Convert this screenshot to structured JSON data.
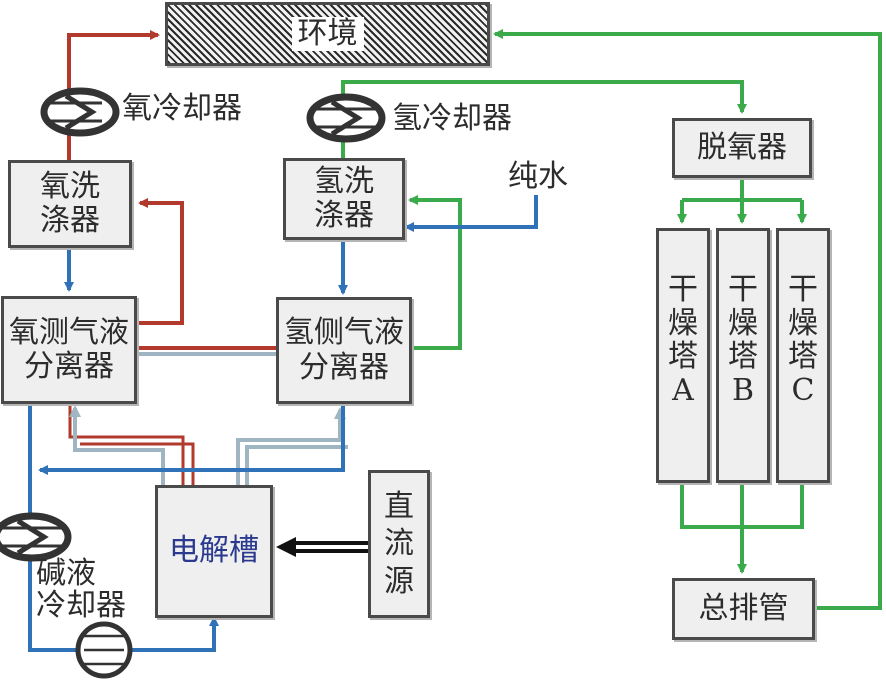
{
  "labels": {
    "environment": "环境",
    "oxygen_cooler": "氧冷却器",
    "hydrogen_cooler": "氢冷却器",
    "pure_water": "纯水",
    "deoxidizer": "脱氧器",
    "oxygen_scrubber": "氧洗\n涤器",
    "hydrogen_scrubber": "氢洗\n涤器",
    "oxygen_separator": "氧测气液\n分离器",
    "hydrogen_separator": "氢侧气液\n分离器",
    "drying_tower_a": "干\n燥\n塔\nA",
    "drying_tower_b": "干\n燥\n塔\nB",
    "drying_tower_c": "干\n燥\n塔\nC",
    "electrolyzer": "电解槽",
    "dc_source": "直\n流\n源",
    "lye_cooler": "碱液\n冷却器",
    "main_manifold": "总排管"
  },
  "colors": {
    "oxygen_line": "#b23a2c",
    "hydrogen_line": "#3aaa4a",
    "lye_line": "#2f72b8",
    "pale_line": "#9fb5c2",
    "box_border": "#4a4a4a",
    "box_fill": "#efefef",
    "electrolyzer_text": "#2b3a8f"
  }
}
